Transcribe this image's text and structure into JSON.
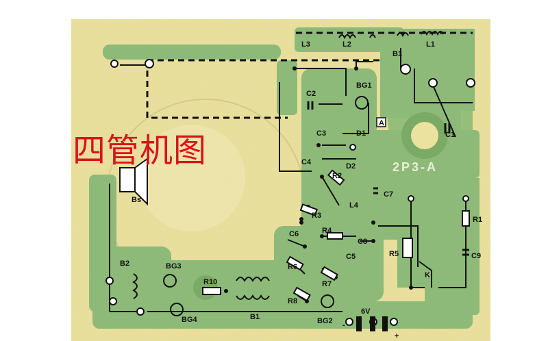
{
  "overlay_title": "四管机图",
  "board_code": "2P3-A",
  "components": {
    "L3": "L3",
    "L2": "L2",
    "L1": "L1",
    "B1_top": "B1",
    "C2": "C2",
    "BG1": "BG1",
    "C1": "C1",
    "A": "A",
    "C3": "C3",
    "D1": "D1",
    "C4": "C4",
    "D2": "D2",
    "R2": "R2",
    "C7": "C7",
    "L4": "L4",
    "R3": "R3",
    "R1": "R1",
    "C6": "C6",
    "R4": "R4",
    "C8": "C8",
    "R5": "R5",
    "C9": "C9",
    "C5": "C5",
    "R6": "R6",
    "K": "K",
    "B2": "B2",
    "BG3": "BG3",
    "R10": "R10",
    "R7": "R7",
    "BG4": "BG4",
    "B_transformer": "B1",
    "R8": "R8",
    "BG2": "BG2",
    "Bs": "Bs",
    "battery": "6V",
    "plus": "+",
    "minus": "-"
  },
  "colors": {
    "paper": "#ece2a0",
    "copper": "#8dba78",
    "trace_dark": "#1a1a1a",
    "title_red": "#d8141c"
  }
}
